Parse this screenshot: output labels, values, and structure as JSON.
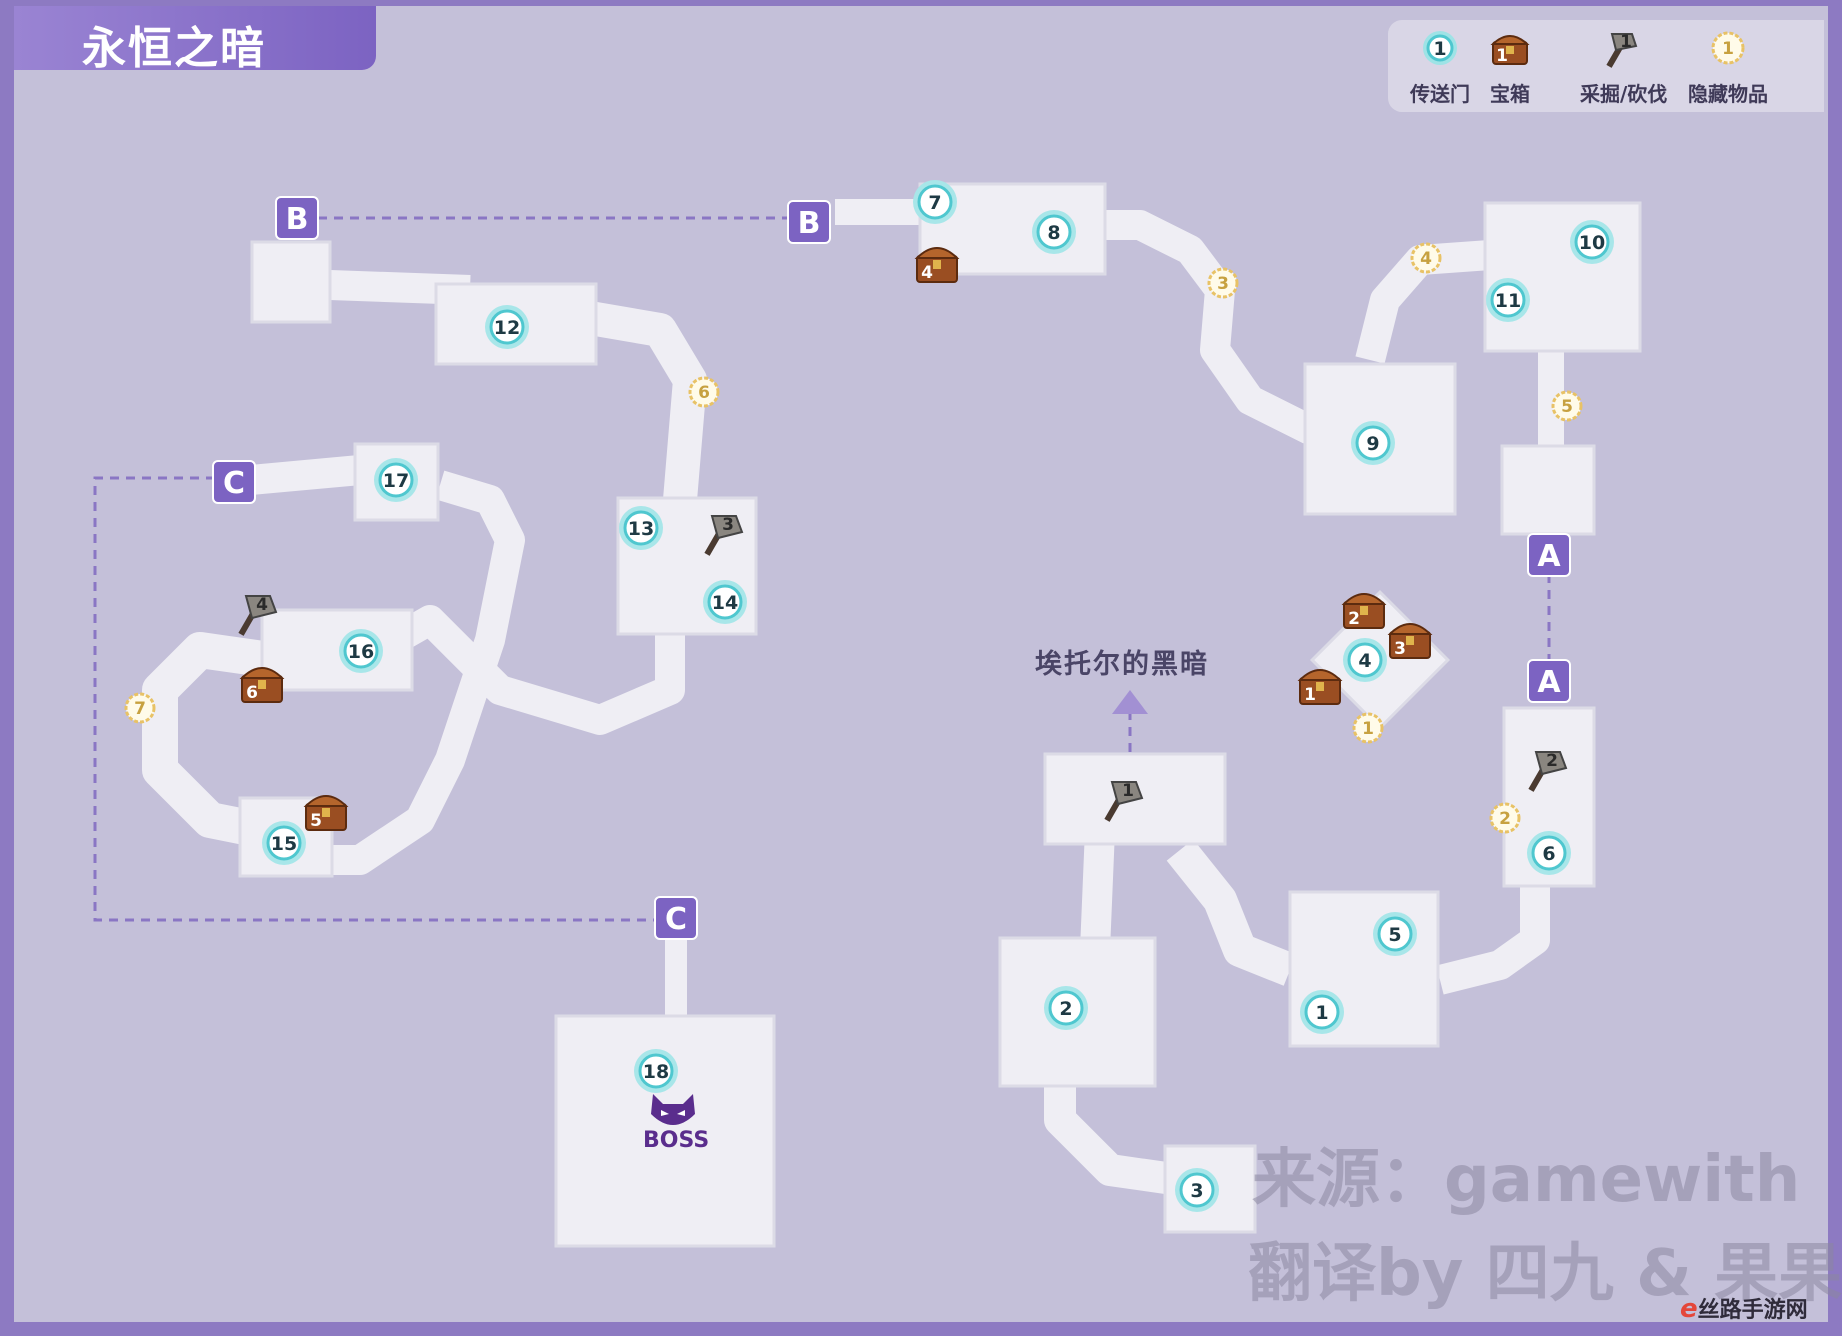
{
  "title": "永恒之暗",
  "legend": [
    {
      "icon": "portal-icon",
      "label": "传送门",
      "sample": "1"
    },
    {
      "icon": "chest-icon",
      "label": "宝箱",
      "sample": "1"
    },
    {
      "icon": "mining-icon",
      "label": "采掘/砍伐",
      "sample": "1"
    },
    {
      "icon": "hidden-item-icon",
      "label": "隐藏物品",
      "sample": "1"
    }
  ],
  "markers": {
    "a": "A",
    "b": "B",
    "c": "C"
  },
  "exit_label": "埃托尔的黑暗",
  "boss_label": "BOSS",
  "watermark": {
    "line1": "来源：gamewith",
    "line2": "翻译by 四九 & 果果"
  },
  "site_logo": {
    "mark": "e",
    "text": "丝路手游网"
  },
  "map": {
    "portals": [
      "1",
      "2",
      "3",
      "4",
      "5",
      "6",
      "7",
      "8",
      "9",
      "10",
      "11",
      "12",
      "13",
      "14",
      "15",
      "16",
      "17",
      "18"
    ],
    "chests": [
      "1",
      "2",
      "3",
      "4",
      "5",
      "6"
    ],
    "mining": [
      "1",
      "2",
      "3",
      "4"
    ],
    "hidden_items": [
      "1",
      "2",
      "3",
      "4",
      "5",
      "6",
      "7"
    ]
  },
  "colors": {
    "frame": "#8d7ac2",
    "background": "#c4c0d9",
    "room": "#efeef4",
    "portal": "#4fc7cf",
    "chest": "#9a4e22",
    "hidden": "#e8c266",
    "marker": "#7c63c2",
    "boss": "#5a2d8d"
  }
}
